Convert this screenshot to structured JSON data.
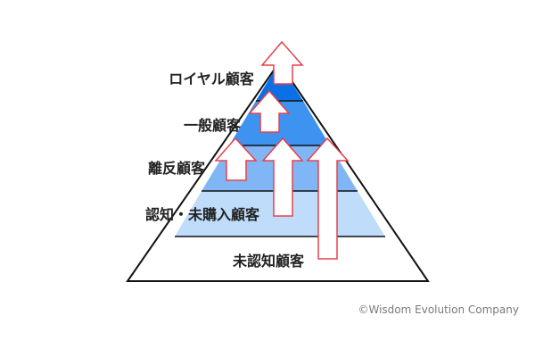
{
  "pyramid": {
    "levels": [
      {
        "label": "ロイヤル顧客",
        "color": "#0b6fe6"
      },
      {
        "label": "一般顧客",
        "color": "#3e93f1"
      },
      {
        "label": "離反顧客",
        "color": "#80b6f6"
      },
      {
        "label": "認知・未購入顧客",
        "color": "#bfdcfb"
      },
      {
        "label": "未認知顧客",
        "color": "#ffffff"
      }
    ],
    "arrow_stroke": "#e8404a"
  },
  "copyright": "©Wisdom Evolution Company"
}
